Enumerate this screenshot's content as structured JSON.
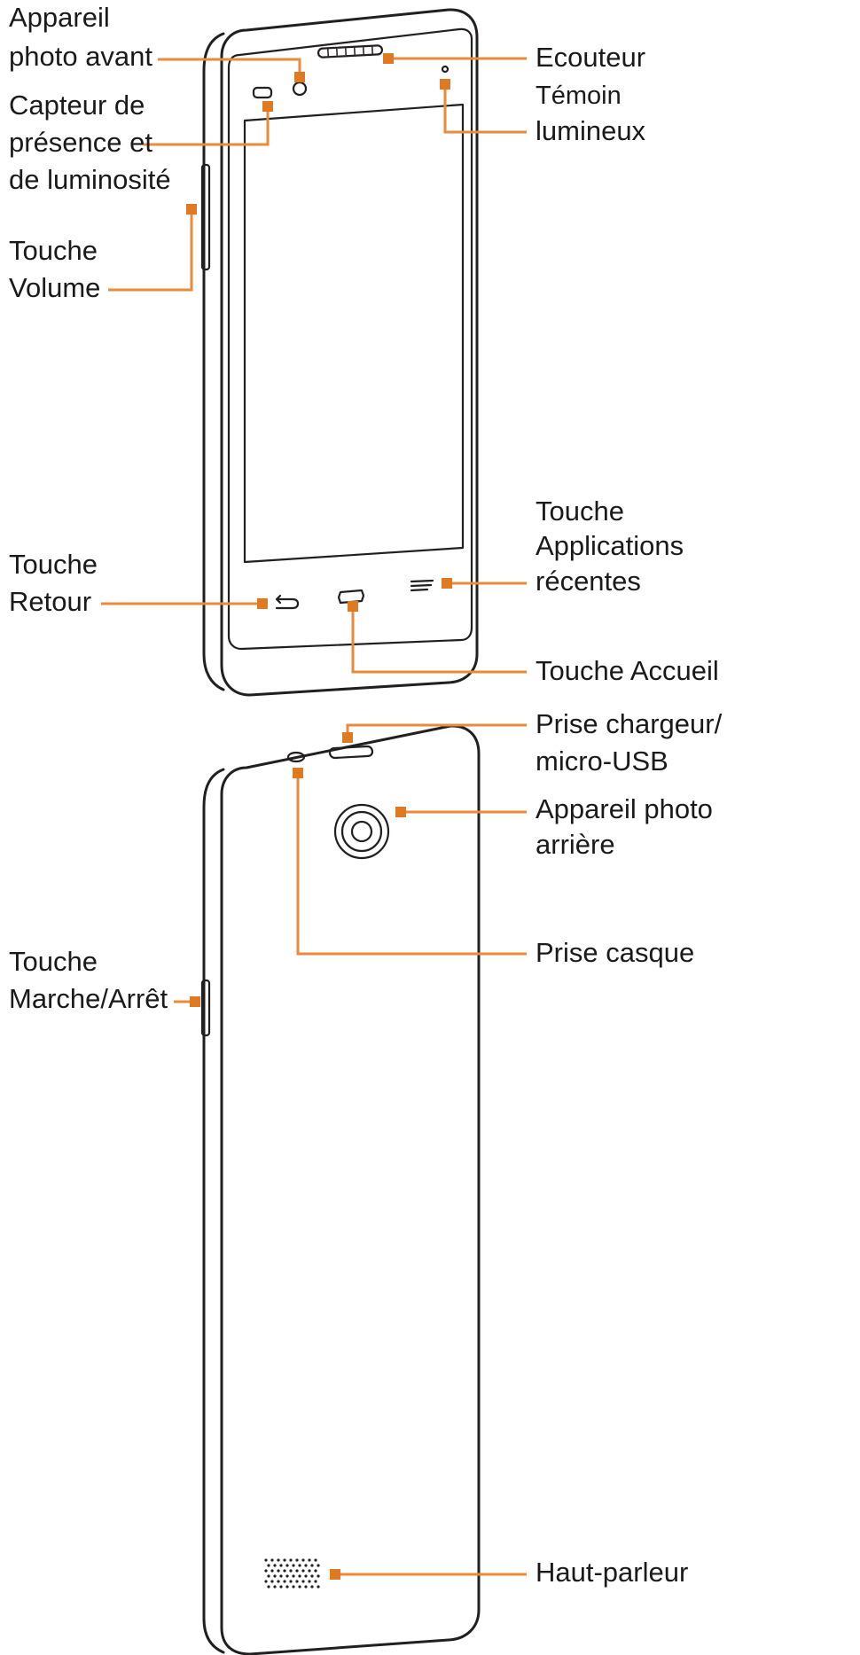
{
  "labels": {
    "front_camera_1": "Appareil",
    "front_camera_2": "photo avant",
    "earpiece": "Ecouteur",
    "led_1": "Témoin",
    "led_2": "lumineux",
    "sensor_1": "Capteur de",
    "sensor_2": "présence et",
    "sensor_3": "de luminosité",
    "volume_1": "Touche",
    "volume_2": "Volume",
    "recent_1": "Touche",
    "recent_2": "Applications",
    "recent_3": "récentes",
    "back_1": "Touche",
    "back_2": "Retour",
    "home": "Touche Accueil",
    "charger_1": "Prise chargeur/",
    "charger_2": "micro-USB",
    "rear_camera_1": "Appareil photo",
    "rear_camera_2": "arrière",
    "power_1": "Touche",
    "power_2": "Marche/Arrêt",
    "headset": "Prise casque",
    "speaker": "Haut-parleur"
  },
  "colors": {
    "leader": "#e98b3a",
    "marker": "#e07a22",
    "outline": "#231f20",
    "text": "#1a1a1a"
  }
}
